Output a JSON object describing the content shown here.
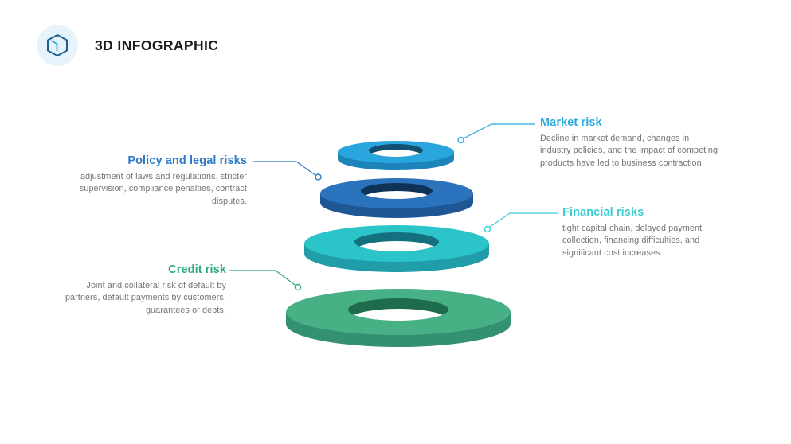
{
  "header": {
    "title": "3D INFOGRAPHIC",
    "logo_icon": "cube-3d-icon"
  },
  "colors": {
    "background": "#FFFFFF",
    "heading_text": "#1B1B1B",
    "body_text": "#747474",
    "logo_circle_bg": "#E7F3FA",
    "logo_outline": "#1F5F8F",
    "logo_accent": "#2AA9E0"
  },
  "items": [
    {
      "id": "market",
      "title": "Market risk",
      "description": "Decline in market demand, changes in industry policies, and the impact of competing products have led to business contraction.",
      "accent": "#29A9E0",
      "side": "right"
    },
    {
      "id": "policy",
      "title": "Policy and legal risks",
      "description": "adjustment of laws and regulations, stricter supervision, compliance penalties, contract disputes.",
      "accent": "#2E7BC8",
      "side": "left"
    },
    {
      "id": "financial",
      "title": "Financial risks",
      "description": "tight capital chain, delayed payment collection, financing difficulties, and significant cost increases",
      "accent": "#3ECDD2",
      "side": "right"
    },
    {
      "id": "credit",
      "title": "Credit risk",
      "description": "Joint and collateral risk of default by partners, default payments by customers, guarantees or debts.",
      "accent": "#2FA983",
      "side": "left"
    }
  ],
  "rings": [
    {
      "label": "Market risk",
      "top": "#29A6DE",
      "side": "#1C84BA",
      "hole": "#11506E",
      "lens": "#FFFFFF"
    },
    {
      "label": "Policy and legal risks",
      "top": "#2C73BD",
      "side": "#1F5795",
      "hole": "#0F3356",
      "lens": "#FFFFFF"
    },
    {
      "label": "Financial risks",
      "top": "#2BC5C9",
      "side": "#209DA9",
      "hole": "#14707E",
      "lens": "#FFFFFF"
    },
    {
      "label": "Credit risk",
      "top": "#47B185",
      "side": "#339070",
      "hole": "#1F6C4C",
      "lens": "#FFFFFF"
    }
  ]
}
